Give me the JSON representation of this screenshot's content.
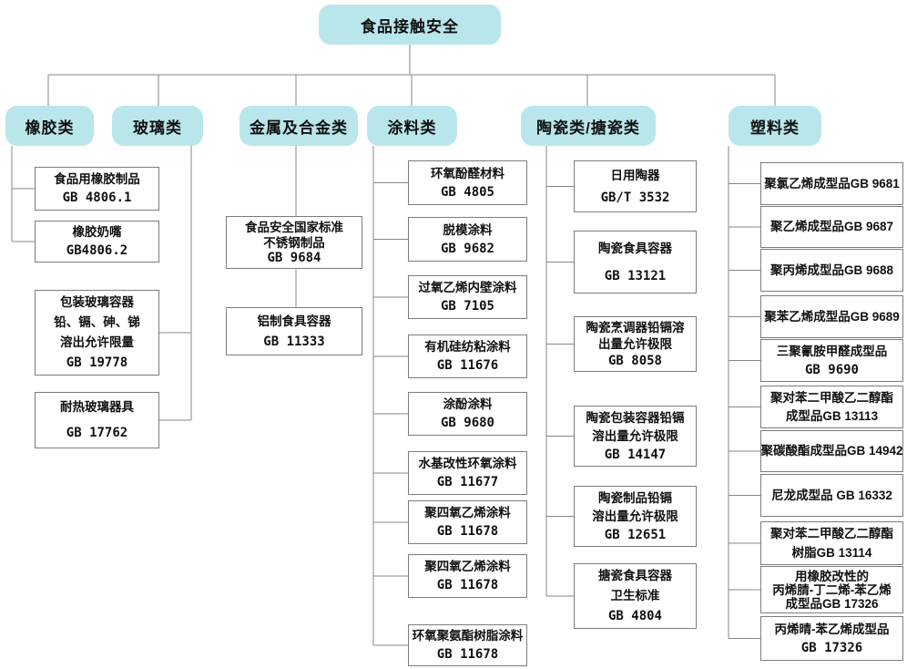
{
  "colors": {
    "category_fill": "#b9e6eb",
    "box_border": "#7c7c7c",
    "connector": "#878787",
    "text": "#111111",
    "background": "#ffffff"
  },
  "root": {
    "label": "食品接触安全"
  },
  "categories": [
    {
      "id": "rubber",
      "label": "橡胶类",
      "standards": [
        {
          "lines": [
            "食品用橡胶制品",
            "GB 4806.1"
          ]
        },
        {
          "lines": [
            "橡胶奶嘴",
            "GB4806.2"
          ]
        }
      ]
    },
    {
      "id": "glass",
      "label": "玻璃类",
      "standards": [
        {
          "lines": [
            "包装玻璃容器",
            "铅、镉、砷、锑",
            "溶出允许限量",
            "GB 19778"
          ]
        },
        {
          "lines": [
            "耐热玻璃器具",
            "GB 17762"
          ]
        }
      ]
    },
    {
      "id": "metal",
      "label": "金属及合金类",
      "standards": [
        {
          "lines": [
            "食品安全国家标准",
            "不锈钢制品",
            "GB 9684"
          ]
        },
        {
          "lines": [
            "铝制食具容器",
            "GB 11333"
          ]
        }
      ]
    },
    {
      "id": "coating",
      "label": "涂料类",
      "standards": [
        {
          "lines": [
            "环氧酚醛材料",
            "GB 4805"
          ]
        },
        {
          "lines": [
            "脱模涂料",
            "GB 9682"
          ]
        },
        {
          "lines": [
            "过氧乙烯内壁涂料",
            "GB 7105"
          ]
        },
        {
          "lines": [
            "有机硅纺粘涂料",
            "GB 11676"
          ]
        },
        {
          "lines": [
            "涂酚涂料",
            "GB 9680"
          ]
        },
        {
          "lines": [
            "水基改性环氧涂料",
            "GB 11677"
          ]
        },
        {
          "lines": [
            "聚四氧乙烯涂料",
            "GB 11678"
          ]
        },
        {
          "lines": [
            "聚四氧乙烯涂料",
            "GB 11678"
          ]
        },
        {
          "lines": [
            "环氧聚氨酯树脂涂料",
            "GB 11678"
          ]
        }
      ]
    },
    {
      "id": "ceramic",
      "label": "陶瓷类/搪瓷类",
      "standards": [
        {
          "lines": [
            "日用陶器",
            "GB/T 3532"
          ]
        },
        {
          "lines": [
            "陶瓷食具容器",
            "GB 13121"
          ]
        },
        {
          "lines": [
            "陶瓷烹调器铅镉溶",
            "出量允许极限",
            "GB 8058"
          ]
        },
        {
          "lines": [
            "陶瓷包装容器铅镉",
            "溶出量允许极限",
            "GB 14147"
          ]
        },
        {
          "lines": [
            "陶瓷制品铅镉",
            "溶出量允许极限",
            "GB 12651"
          ]
        },
        {
          "lines": [
            "搪瓷食具容器",
            "卫生标准",
            "GB 4804"
          ]
        }
      ]
    },
    {
      "id": "plastic",
      "label": "塑料类",
      "standards": [
        {
          "lines": [
            "聚氯乙烯成型品GB 9681"
          ]
        },
        {
          "lines": [
            "聚乙烯成型品GB 9687"
          ]
        },
        {
          "lines": [
            "聚丙烯成型品GB 9688"
          ]
        },
        {
          "lines": [
            "聚苯乙烯成型品GB 9689"
          ]
        },
        {
          "lines": [
            "三聚氰胺甲醛成型品",
            "GB 9690"
          ]
        },
        {
          "lines": [
            "聚对苯二甲酸乙二醇酯",
            "成型品GB 13113"
          ]
        },
        {
          "lines": [
            "聚碳酸酯成型品GB 14942"
          ]
        },
        {
          "lines": [
            "尼龙成型品 GB 16332"
          ]
        },
        {
          "lines": [
            "聚对苯二甲酸乙二醇酯",
            "树脂GB 13114"
          ]
        },
        {
          "lines": [
            "用橡胶改性的",
            "丙烯腈-丁二烯-苯乙烯",
            "成型品GB 17326"
          ]
        },
        {
          "lines": [
            "丙烯晴-苯乙烯成型品",
            "GB 17326"
          ]
        }
      ]
    }
  ]
}
